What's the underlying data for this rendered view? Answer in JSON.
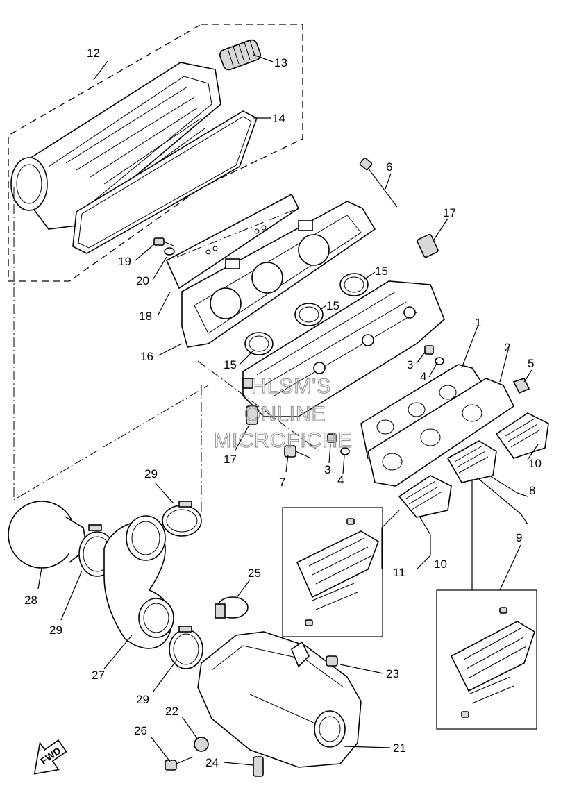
{
  "watermark": {
    "line1": "HLSM'S",
    "line2": "ONLINE",
    "line3": "MICROFICHE"
  },
  "fwd_label": "FWD",
  "callouts": {
    "c1": "1",
    "c2": "2",
    "c3a": "3",
    "c3b": "3",
    "c4a": "4",
    "c4b": "4",
    "c5": "5",
    "c6": "6",
    "c7": "7",
    "c8": "8",
    "c9": "9",
    "c10a": "10",
    "c10b": "10",
    "c11": "11",
    "c12": "12",
    "c13": "13",
    "c14": "14",
    "c15a": "15",
    "c15b": "15",
    "c15c": "15",
    "c16": "16",
    "c17a": "17",
    "c17b": "17",
    "c18": "18",
    "c19": "19",
    "c20": "20",
    "c21": "21",
    "c22": "22",
    "c23": "23",
    "c24": "24",
    "c25": "25",
    "c26": "26",
    "c27": "27",
    "c28": "28",
    "c29a": "29",
    "c29b": "29",
    "c29c": "29"
  },
  "icons": {
    "fwd_arrow": "fwd-arrow-icon"
  }
}
